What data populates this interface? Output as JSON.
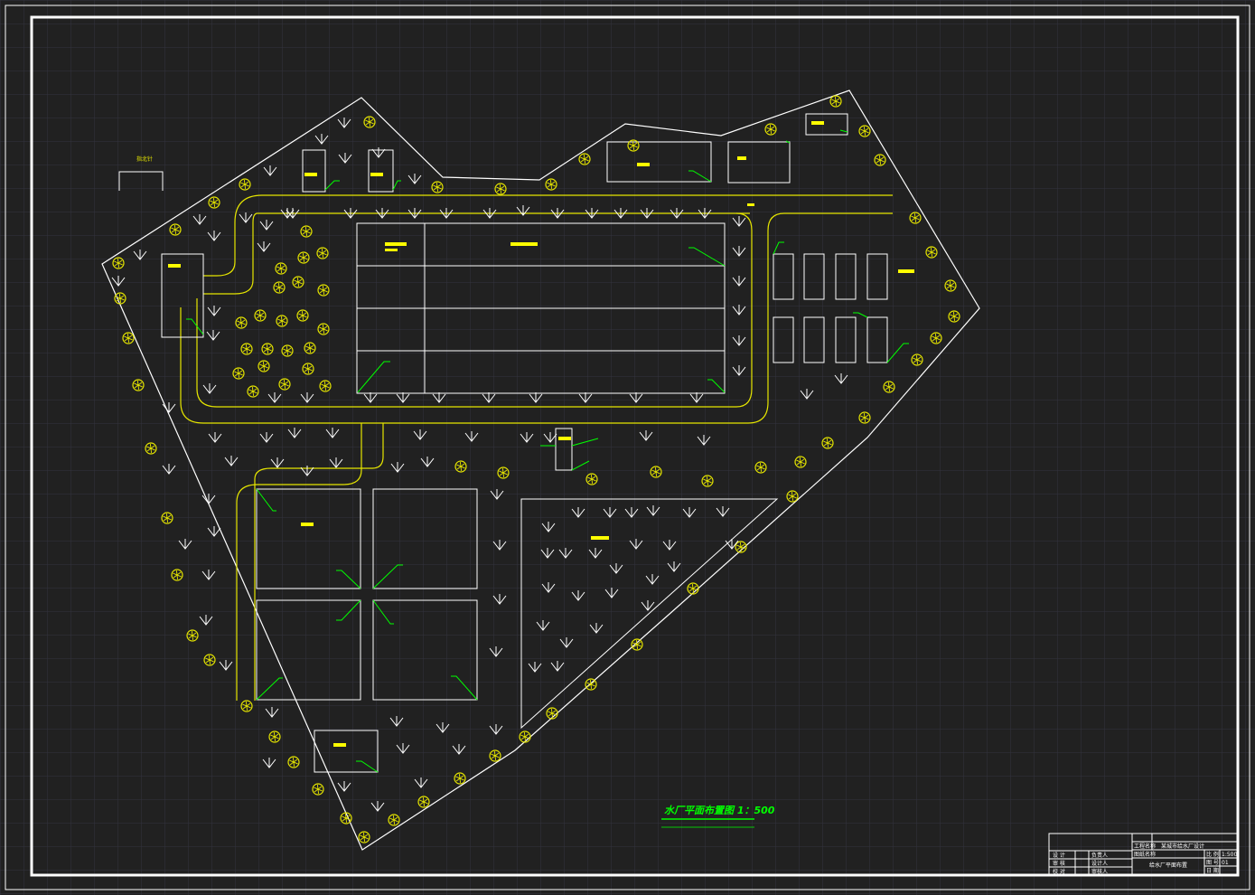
{
  "drawing": {
    "title": "水厂平面布置图 1：500",
    "corner_label": "指北针",
    "colors": {
      "background": "#212121",
      "grid": "#3a3a46",
      "border": "#ffffff",
      "road": "#e6e600",
      "tree": "#e6e600",
      "label_tag": "#ffff00",
      "leader": "#00ff00",
      "title": "#00ff00",
      "outline": "#ffffff"
    }
  },
  "title_block": {
    "row_labels": [
      "设 计",
      "审 核",
      "校 对"
    ],
    "names": [
      "负责人",
      "设计人",
      "审核人"
    ],
    "project_label": "工程名称",
    "project_value": "某城市给水厂设计",
    "drawing_name_label": "图纸名称",
    "drawing_name_value": "给水厂平面布置",
    "right_labels": [
      "比 例",
      "图 号",
      "日 期"
    ],
    "right_values": [
      "1:500",
      "01",
      ""
    ]
  }
}
